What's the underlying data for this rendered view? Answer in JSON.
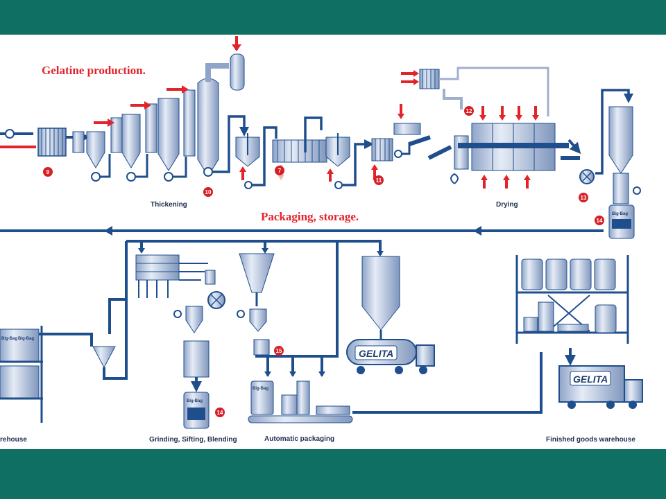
{
  "header": {
    "title": "Gelatine production."
  },
  "sections": {
    "packaging_title": "Packaging, storage.",
    "thickening": "Thickening",
    "drying": "Drying",
    "grinding": "Grinding, Sifting, Blending",
    "automatic_packaging": "Automatic packaging",
    "finished_goods": "Finished goods warehouse",
    "warehouse": "rehouse"
  },
  "badges": [
    "7",
    "9",
    "10",
    "11",
    "12",
    "13",
    "14",
    "14",
    "15"
  ],
  "bag_label": "Big-Bag",
  "truck_brand": "GELITA",
  "colors": {
    "background": "#0f6f63",
    "pipe": "#1f4e8c",
    "equipment": "#c9d6ea",
    "equipment_dark": "#7f96bd",
    "accent_red": "#e2232a",
    "badge": "#d61f26",
    "text": "#1f2f4f"
  },
  "icons": [
    "arrow-red-icon",
    "pump-icon",
    "big-bag-icon",
    "truck-icon",
    "silo-icon",
    "heat-exchanger-icon"
  ]
}
